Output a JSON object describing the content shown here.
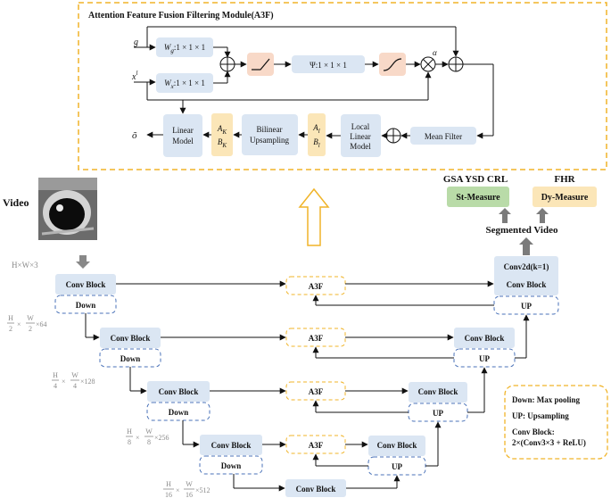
{
  "a3f_module": {
    "title": "Attention Feature Fusion Filtering Module(A3F)",
    "input_g": "g",
    "input_x": "x",
    "input_x_sup": "l",
    "wg_label": "W",
    "wg_sub": "g",
    "wg_dims": ":1 × 1 × 1",
    "wx_label": "W",
    "wx_sub": "x",
    "wx_dims": ":1 × 1 × 1",
    "psi_label": "Ψ:1 × 1 × 1",
    "alpha": "α",
    "mean_filter": "Mean Filter",
    "local_linear_line1": "Local",
    "local_linear_line2": "Linear",
    "local_linear_line3": "Model",
    "a_l": "A",
    "a_l_sub": "l",
    "b_l": "B",
    "b_l_sub": "l",
    "bilinear_line1": "Bilinear",
    "bilinear_line2": "Upsampling",
    "a_k": "A",
    "a_k_sub": "K",
    "b_k": "B",
    "b_k_sub": "K",
    "linear_line1": "Linear",
    "linear_line2": "Model",
    "output": "õ"
  },
  "video_label": "Video",
  "input_dims": "H×W×3",
  "levels": [
    {
      "h_num": "H",
      "h_den": "2",
      "w_num": "W",
      "w_den": "2",
      "channels": "×64"
    },
    {
      "h_num": "H",
      "h_den": "4",
      "w_num": "W",
      "w_den": "4",
      "channels": "×128"
    },
    {
      "h_num": "H",
      "h_den": "8",
      "w_num": "W",
      "w_den": "8",
      "channels": "×256"
    },
    {
      "h_num": "H",
      "h_den": "16",
      "w_num": "W",
      "w_den": "16",
      "channels": "×512"
    }
  ],
  "dim_times": "×",
  "encoder": {
    "conv_block": "Conv Block",
    "down": "Down"
  },
  "bottleneck": "Conv Block",
  "a3f_node": "A3F",
  "decoder": {
    "conv_block": "Conv Block",
    "up": "UP",
    "conv2d": "Conv2d(k=1)"
  },
  "outputs": {
    "segmented_video": "Segmented Video",
    "gsa_label": "GSA YSD CRL",
    "st_measure": "St-Measure",
    "fhr_label": "FHR",
    "dy_measure": "Dy-Measure"
  },
  "legend": {
    "down": "Down: Max pooling",
    "up": "UP: Upsampling",
    "conv_title": "Conv Block:",
    "conv_def": "2×(Conv3×3 + ReLU)"
  },
  "colors": {
    "block_fill": "#dbe6f3",
    "a3f_border": "#f0b429",
    "dashed_blue": "#4a72b8",
    "relu_fill": "#f8d9c8",
    "coef_fill": "#fbe6b8",
    "st_fill": "#b9dba8",
    "dy_fill": "#fbe6b8"
  }
}
